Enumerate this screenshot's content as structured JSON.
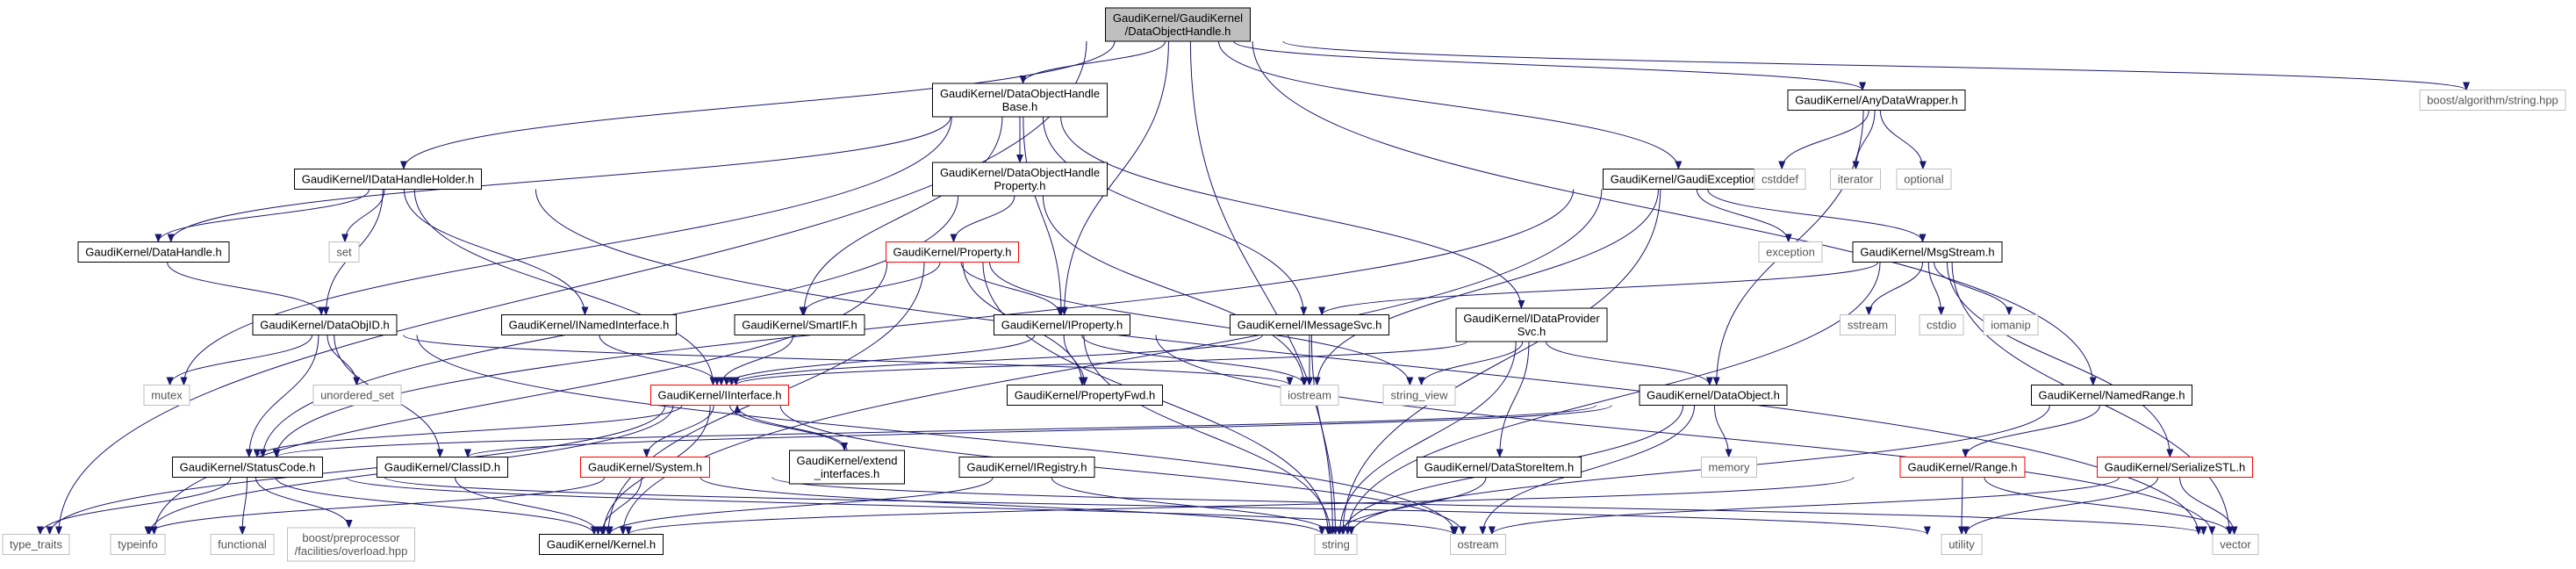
{
  "colors": {
    "edge": "#191970",
    "box_border": "#000000",
    "box_bg": "#ffffff",
    "root_bg": "#bfbfbf",
    "truncated_border": "#ff0000",
    "external_border": "#bfbfbf",
    "external_text": "#555555",
    "text": "#000000"
  },
  "nodes": {
    "root": {
      "lines": [
        "GaudiKernel/GaudiKernel",
        "/DataObjectHandle.h"
      ],
      "kind": "root"
    },
    "dohbase": {
      "lines": [
        "GaudiKernel/DataObjectHandle",
        "Base.h"
      ],
      "kind": "file"
    },
    "anydata": {
      "lines": [
        "GaudiKernel/AnyDataWrapper.h"
      ],
      "kind": "file"
    },
    "boostalg": {
      "lines": [
        "boost/algorithm/string.hpp"
      ],
      "kind": "external"
    },
    "idhh": {
      "lines": [
        "GaudiKernel/IDataHandleHolder.h"
      ],
      "kind": "file"
    },
    "dohprop": {
      "lines": [
        "GaudiKernel/DataObjectHandle",
        "Property.h"
      ],
      "kind": "file"
    },
    "gaudiexc": {
      "lines": [
        "GaudiKernel/GaudiException.h"
      ],
      "kind": "file"
    },
    "cstddef": {
      "lines": [
        "cstddef"
      ],
      "kind": "external"
    },
    "iterator": {
      "lines": [
        "iterator"
      ],
      "kind": "external"
    },
    "optional": {
      "lines": [
        "optional"
      ],
      "kind": "external"
    },
    "datahandle": {
      "lines": [
        "GaudiKernel/DataHandle.h"
      ],
      "kind": "file"
    },
    "set": {
      "lines": [
        "set"
      ],
      "kind": "external"
    },
    "property": {
      "lines": [
        "GaudiKernel/Property.h"
      ],
      "kind": "truncated"
    },
    "exception": {
      "lines": [
        "exception"
      ],
      "kind": "external"
    },
    "msgstream": {
      "lines": [
        "GaudiKernel/MsgStream.h"
      ],
      "kind": "file"
    },
    "dataobjid": {
      "lines": [
        "GaudiKernel/DataObjID.h"
      ],
      "kind": "file"
    },
    "inamedif": {
      "lines": [
        "GaudiKernel/INamedInterface.h"
      ],
      "kind": "file"
    },
    "smartif": {
      "lines": [
        "GaudiKernel/SmartIF.h"
      ],
      "kind": "file"
    },
    "iproperty": {
      "lines": [
        "GaudiKernel/IProperty.h"
      ],
      "kind": "file"
    },
    "imsgsvc": {
      "lines": [
        "GaudiKernel/IMessageSvc.h"
      ],
      "kind": "file"
    },
    "idataprov": {
      "lines": [
        "GaudiKernel/IDataProvider",
        "Svc.h"
      ],
      "kind": "file"
    },
    "sstream": {
      "lines": [
        "sstream"
      ],
      "kind": "external"
    },
    "cstdio": {
      "lines": [
        "cstdio"
      ],
      "kind": "external"
    },
    "iomanip": {
      "lines": [
        "iomanip"
      ],
      "kind": "external"
    },
    "mutex": {
      "lines": [
        "mutex"
      ],
      "kind": "external"
    },
    "unordered_set": {
      "lines": [
        "unordered_set"
      ],
      "kind": "external"
    },
    "iinterface": {
      "lines": [
        "GaudiKernel/IInterface.h"
      ],
      "kind": "truncated"
    },
    "propertyfwd": {
      "lines": [
        "GaudiKernel/PropertyFwd.h"
      ],
      "kind": "file"
    },
    "iostream": {
      "lines": [
        "iostream"
      ],
      "kind": "external"
    },
    "string_view": {
      "lines": [
        "string_view"
      ],
      "kind": "external"
    },
    "dataobject": {
      "lines": [
        "GaudiKernel/DataObject.h"
      ],
      "kind": "file"
    },
    "namedrange": {
      "lines": [
        "GaudiKernel/NamedRange.h"
      ],
      "kind": "file"
    },
    "statuscode": {
      "lines": [
        "GaudiKernel/StatusCode.h"
      ],
      "kind": "file"
    },
    "classid": {
      "lines": [
        "GaudiKernel/ClassID.h"
      ],
      "kind": "file"
    },
    "system": {
      "lines": [
        "GaudiKernel/System.h"
      ],
      "kind": "truncated"
    },
    "extendif": {
      "lines": [
        "GaudiKernel/extend",
        "_interfaces.h"
      ],
      "kind": "file"
    },
    "iregistry": {
      "lines": [
        "GaudiKernel/IRegistry.h"
      ],
      "kind": "file"
    },
    "datastoreitem": {
      "lines": [
        "GaudiKernel/DataStoreItem.h"
      ],
      "kind": "file"
    },
    "memory": {
      "lines": [
        "memory"
      ],
      "kind": "external"
    },
    "range": {
      "lines": [
        "GaudiKernel/Range.h"
      ],
      "kind": "truncated"
    },
    "serializestl": {
      "lines": [
        "GaudiKernel/SerializeSTL.h"
      ],
      "kind": "truncated"
    },
    "vector": {
      "lines": [
        "vector"
      ],
      "kind": "external"
    },
    "type_traits": {
      "lines": [
        "type_traits"
      ],
      "kind": "external"
    },
    "typeinfo": {
      "lines": [
        "typeinfo"
      ],
      "kind": "external"
    },
    "functional": {
      "lines": [
        "functional"
      ],
      "kind": "external"
    },
    "boostpp": {
      "lines": [
        "boost/preprocessor",
        "/facilities/overload.hpp"
      ],
      "kind": "external"
    },
    "kernel": {
      "lines": [
        "GaudiKernel/Kernel.h"
      ],
      "kind": "file"
    },
    "string": {
      "lines": [
        "string"
      ],
      "kind": "external"
    },
    "ostream": {
      "lines": [
        "ostream"
      ],
      "kind": "external"
    },
    "utility": {
      "lines": [
        "utility"
      ],
      "kind": "external"
    }
  },
  "edges": [
    [
      "root",
      "dohbase"
    ],
    [
      "root",
      "anydata"
    ],
    [
      "root",
      "boostalg"
    ],
    [
      "root",
      "idhh"
    ],
    [
      "root",
      "gaudiexc"
    ],
    [
      "root",
      "iproperty"
    ],
    [
      "root",
      "namedrange"
    ],
    [
      "root",
      "type_traits"
    ],
    [
      "root",
      "string"
    ],
    [
      "dohbase",
      "datahandle"
    ],
    [
      "dohbase",
      "dohprop"
    ],
    [
      "dohbase",
      "smartif"
    ],
    [
      "dohbase",
      "iproperty"
    ],
    [
      "dohbase",
      "imsgsvc"
    ],
    [
      "dohbase",
      "idataprov"
    ],
    [
      "dohbase",
      "mutex"
    ],
    [
      "anydata",
      "cstddef"
    ],
    [
      "anydata",
      "iterator"
    ],
    [
      "anydata",
      "optional"
    ],
    [
      "anydata",
      "dataobject"
    ],
    [
      "idhh",
      "datahandle"
    ],
    [
      "idhh",
      "set"
    ],
    [
      "idhh",
      "dataobjid"
    ],
    [
      "idhh",
      "inamedif"
    ],
    [
      "idhh",
      "iinterface"
    ],
    [
      "idhh",
      "vector"
    ],
    [
      "dohprop",
      "property"
    ],
    [
      "dohprop",
      "statuscode"
    ],
    [
      "dohprop",
      "iostream"
    ],
    [
      "gaudiexc",
      "exception"
    ],
    [
      "gaudiexc",
      "msgstream"
    ],
    [
      "gaudiexc",
      "iostream"
    ],
    [
      "gaudiexc",
      "string"
    ],
    [
      "gaudiexc",
      "kernel"
    ],
    [
      "gaudiexc",
      "statuscode"
    ],
    [
      "datahandle",
      "dataobjid"
    ],
    [
      "property",
      "smartif"
    ],
    [
      "property",
      "iproperty"
    ],
    [
      "property",
      "propertyfwd"
    ],
    [
      "property",
      "string_view"
    ],
    [
      "property",
      "kernel"
    ],
    [
      "property",
      "string"
    ],
    [
      "property",
      "typeinfo"
    ],
    [
      "msgstream",
      "imsgsvc"
    ],
    [
      "msgstream",
      "sstream"
    ],
    [
      "msgstream",
      "cstdio"
    ],
    [
      "msgstream",
      "iomanip"
    ],
    [
      "msgstream",
      "serializestl"
    ],
    [
      "msgstream",
      "vector"
    ],
    [
      "msgstream",
      "string"
    ],
    [
      "dataobjid",
      "mutex"
    ],
    [
      "dataobjid",
      "unordered_set"
    ],
    [
      "dataobjid",
      "statuscode"
    ],
    [
      "dataobjid",
      "classid"
    ],
    [
      "dataobjid",
      "iostream"
    ],
    [
      "dataobjid",
      "ostream"
    ],
    [
      "inamedif",
      "iinterface"
    ],
    [
      "smartif",
      "iinterface"
    ],
    [
      "iproperty",
      "iinterface"
    ],
    [
      "iproperty",
      "propertyfwd"
    ],
    [
      "iproperty",
      "string"
    ],
    [
      "iproperty",
      "iostream"
    ],
    [
      "iproperty",
      "vector"
    ],
    [
      "imsgsvc",
      "iinterface"
    ],
    [
      "imsgsvc",
      "iostream"
    ],
    [
      "imsgsvc",
      "string"
    ],
    [
      "idataprov",
      "iinterface"
    ],
    [
      "idataprov",
      "dataobject"
    ],
    [
      "idataprov",
      "datastoreitem"
    ],
    [
      "idataprov",
      "string"
    ],
    [
      "idataprov",
      "string_view"
    ],
    [
      "iinterface",
      "statuscode"
    ],
    [
      "iinterface",
      "system"
    ],
    [
      "iinterface",
      "extendif"
    ],
    [
      "iinterface",
      "kernel"
    ],
    [
      "iinterface",
      "type_traits"
    ],
    [
      "iinterface",
      "typeinfo"
    ],
    [
      "iinterface",
      "ostream"
    ],
    [
      "extendif",
      "iinterface"
    ],
    [
      "dataobject",
      "classid"
    ],
    [
      "dataobject",
      "statuscode"
    ],
    [
      "dataobject",
      "memory"
    ],
    [
      "dataobject",
      "ostream"
    ],
    [
      "dataobject",
      "string"
    ],
    [
      "namedrange",
      "range"
    ],
    [
      "namedrange",
      "string"
    ],
    [
      "statuscode",
      "type_traits"
    ],
    [
      "statuscode",
      "functional"
    ],
    [
      "statuscode",
      "boostpp"
    ],
    [
      "statuscode",
      "kernel"
    ],
    [
      "statuscode",
      "ostream"
    ],
    [
      "statuscode",
      "utility"
    ],
    [
      "classid",
      "kernel"
    ],
    [
      "system",
      "kernel"
    ],
    [
      "system",
      "string"
    ],
    [
      "system",
      "typeinfo"
    ],
    [
      "system",
      "vector"
    ],
    [
      "iregistry",
      "kernel"
    ],
    [
      "iregistry",
      "string"
    ],
    [
      "datastoreitem",
      "string"
    ],
    [
      "range",
      "utility"
    ],
    [
      "range",
      "vector"
    ],
    [
      "range",
      "kernel"
    ],
    [
      "serializestl",
      "utility"
    ],
    [
      "serializestl",
      "vector"
    ],
    [
      "serializestl",
      "ostream"
    ]
  ]
}
